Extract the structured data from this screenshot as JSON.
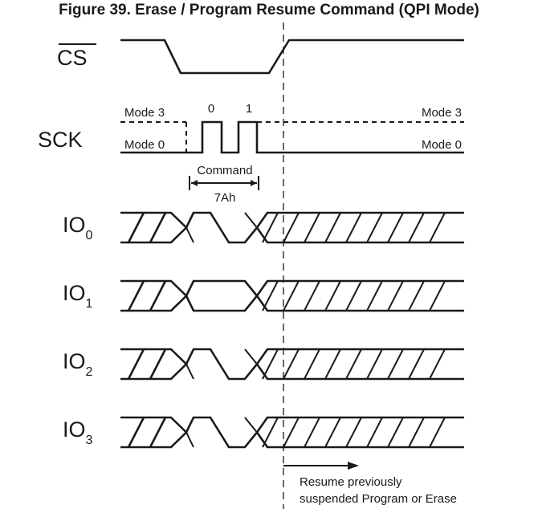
{
  "title": "Figure 39. Erase / Program Resume Command (QPI Mode)",
  "signals": {
    "cs": "CS",
    "sck": "SCK",
    "io0": {
      "base": "IO",
      "sub": "0"
    },
    "io1": {
      "base": "IO",
      "sub": "1"
    },
    "io2": {
      "base": "IO",
      "sub": "2"
    },
    "io3": {
      "base": "IO",
      "sub": "3"
    }
  },
  "sck_labels": {
    "mode3_left": "Mode 3",
    "mode0_left": "Mode 0",
    "mode3_right": "Mode 3",
    "mode0_right": "Mode 0",
    "clk0": "0",
    "clk1": "1"
  },
  "command": {
    "label": "Command",
    "value": "7Ah"
  },
  "annotation": {
    "line1": "Resume previously",
    "line2": "suspended Program or Erase"
  },
  "colors": {
    "line": "#1a1a1a",
    "background": "#ffffff"
  }
}
